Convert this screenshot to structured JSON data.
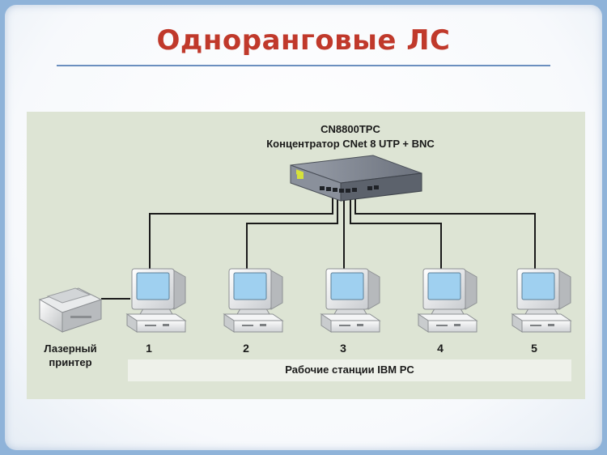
{
  "slide": {
    "title": "Одноранговые ЛС"
  },
  "diagram": {
    "hub": {
      "model": "CN8800TPC",
      "description": "Концентратор CNet 8 UTP + BNC"
    },
    "printer": {
      "label_line1": "Лазерный",
      "label_line2": "принтер"
    },
    "workstations": [
      {
        "number": "1"
      },
      {
        "number": "2"
      },
      {
        "number": "3"
      },
      {
        "number": "4"
      },
      {
        "number": "5"
      }
    ],
    "workstations_caption": "Рабочие станции IBM PC"
  },
  "colors": {
    "title": "#c0392b",
    "panel": "#dde4d4",
    "screen": "#9fd0f0",
    "hub": "#6f7480"
  }
}
